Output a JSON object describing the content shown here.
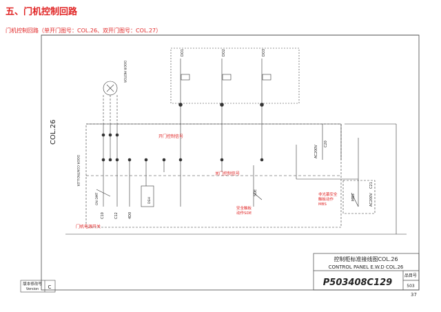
{
  "page": {
    "section_title": "五、门机控制回路",
    "subtitle": "门机控制回路（单开门图号：COL.26、双开门图号：COL.27）",
    "page_number": "37"
  },
  "schematic": {
    "drawing_ref": "COL.26",
    "motor_label": "DOOR MOTOR",
    "controller_label": "DOOR CONTROLLER",
    "top_relays": [
      "DO1",
      "DO2",
      "DO3"
    ],
    "annotations": {
      "open_signal": "开门控制信号",
      "close_signal": "关门控制信号",
      "safety_edge": "安全触板\n动作SDE",
      "light_curtain": "非光幕安全\n触板动作\nMBS",
      "power_switch": "门机电源开关"
    },
    "terminal_labels": [
      "C10",
      "C12",
      "C20",
      "C21",
      "4D0"
    ],
    "voltage_labels": [
      "AC200V",
      "AC200V"
    ],
    "small_labels": [
      "SDE",
      "MBS",
      "DSH",
      "ON DMT"
    ]
  },
  "title_block": {
    "title_cn": "控制柜标准接线图COL.26",
    "title_en": "CONTROL PANEL E.W.D COL.26",
    "drawing_number": "P503408C129",
    "item_no_label": "品目号",
    "item_no": "503",
    "version_label_cn": "版本修改号",
    "version_label_en": "Version",
    "version": "C"
  }
}
